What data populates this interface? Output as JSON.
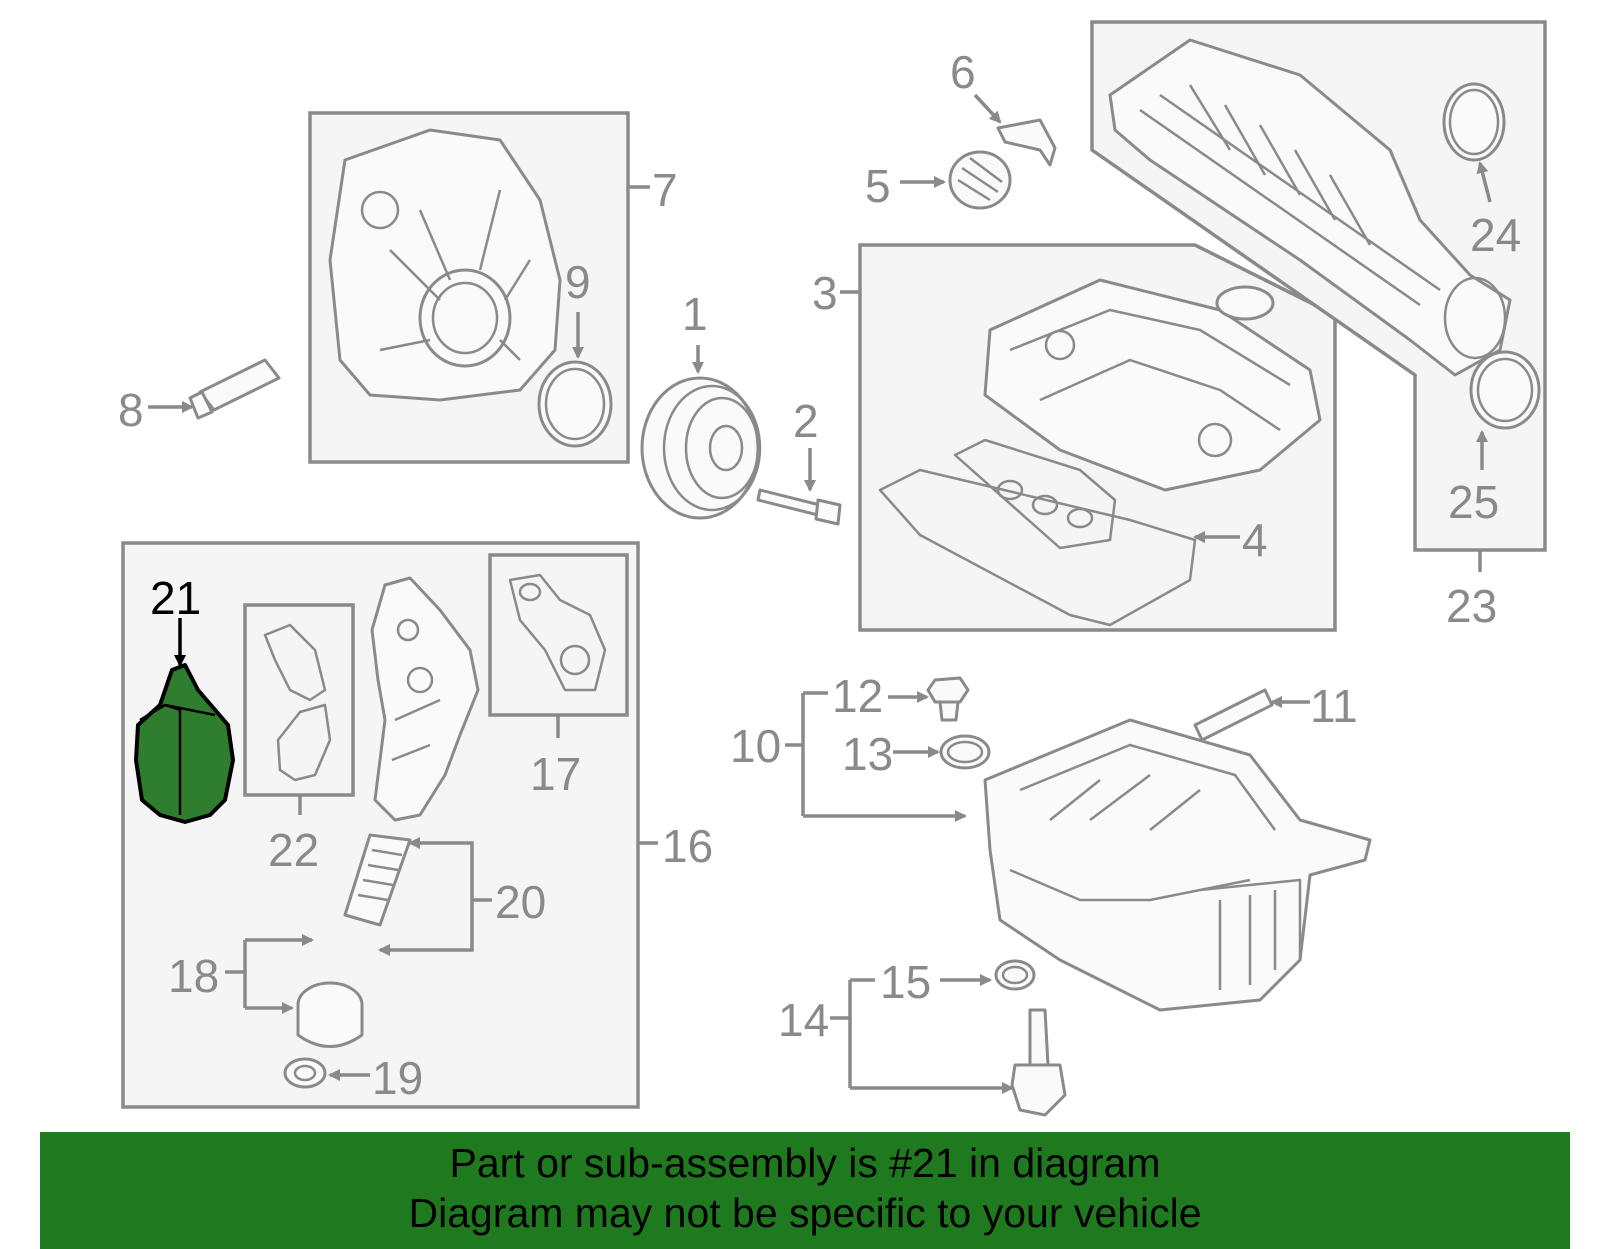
{
  "highlight_color": "#2f7d2f",
  "banner_color": "#1f7a1f",
  "highlighted_part": "21",
  "callouts": [
    "1",
    "2",
    "3",
    "4",
    "5",
    "6",
    "7",
    "8",
    "9",
    "10",
    "11",
    "12",
    "13",
    "14",
    "15",
    "16",
    "17",
    "18",
    "19",
    "20",
    "21",
    "22",
    "23",
    "24",
    "25"
  ],
  "banner": {
    "line1": "Part or sub-assembly is #21 in diagram",
    "line2": "Diagram may not be specific to your vehicle"
  }
}
